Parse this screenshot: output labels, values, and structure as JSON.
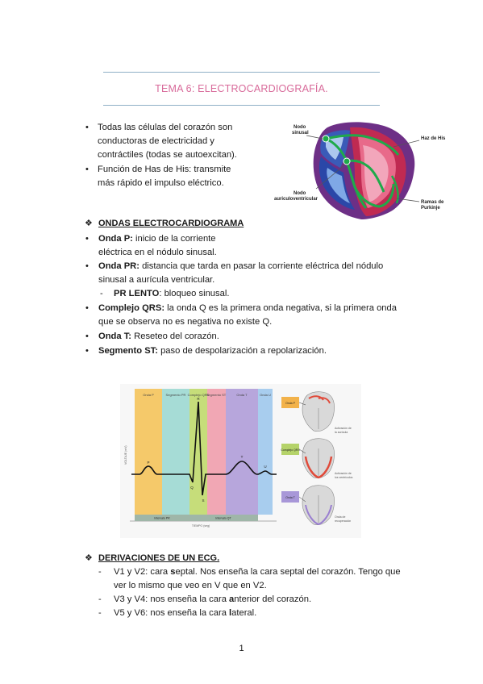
{
  "title": "TEMA 6: ELECTROCARDIOGRAFÍA.",
  "intro": {
    "b1_l1": "Todas las células del corazón son",
    "b1_l2": "conductoras de electricidad y",
    "b1_l3": "contráctiles (todas se autoexcitan).",
    "b2_l1": "Función de Has de His: transmite",
    "b2_l2": "más rápido el impulso eléctrico."
  },
  "heart_figure": {
    "label_nodo_sinusal_1": "Nodo",
    "label_nodo_sinusal_2": "sinusal",
    "label_haz_his": "Haz de His",
    "label_nodo_av_1": "Nodo",
    "label_nodo_av_2": "auriculoventricular",
    "label_ramas_1": "Ramas de",
    "label_ramas_2": "Purkinje"
  },
  "section1": {
    "heading": "ONDAS ELECTROCARDIOGRAMA",
    "onda_p_bold": "Onda P:",
    "onda_p_l1": " inicio de la corriente",
    "onda_p_l2": "eléctrica en el nódulo sinusal.",
    "onda_pr_bold": "Onda PR:",
    "onda_pr_l1": " distancia que tarda en pasar la corriente eléctrica del nódulo",
    "onda_pr_l2": "sinusal a aurícula ventricular.",
    "pr_lento_bold": "PR LENTO",
    "pr_lento_rest": ": bloqueo sinusal.",
    "qrs_bold": "Complejo QRS:",
    "qrs_l1": " la onda Q es la primera onda negativa, si la primera onda",
    "qrs_l2": "que se observa no es negativa no existe Q.",
    "onda_t_bold": "Onda T:",
    "onda_t_rest": " Reseteo del corazón.",
    "st_bold": "Segmento ST:",
    "st_rest": " paso de despolarización a repolarización."
  },
  "ecg_figure": {
    "band_p": "Onda P",
    "band_pr": "Segmento PR",
    "band_qrs": "Complejo QRS",
    "band_st": "Segmento ST",
    "band_t": "Onda T",
    "band_u": "Onda U",
    "wave_p": "P",
    "wave_r": "R",
    "wave_q": "Q",
    "wave_s": "S",
    "wave_t": "T",
    "wave_u": "U",
    "interval_pr": "Intervalo PR",
    "interval_qt": "Intervalo QT",
    "y_axis": "VOLTAJE (mV)",
    "x_axis": "TIEMPO (seg)",
    "tag_p": "Onda P",
    "tag_qrs": "Complejo QRS",
    "tag_t": "Onda T",
    "caption_p_1": "Activación de",
    "caption_p_2": "la aurícula",
    "caption_qrs_1": "Activación de",
    "caption_qrs_2": "los ventrículos",
    "caption_t_1": "Onda de",
    "caption_t_2": "recuperación"
  },
  "section2": {
    "heading": "DERIVACIONES DE UN ECG.",
    "d1_a": "V1 y V2: cara ",
    "d1_b": "s",
    "d1_c": "eptal. Nos enseña la cara septal del corazón. Tengo que",
    "d1_l2": "ver lo mismo que veo en V que en V2.",
    "d2_a": "V3 y V4: nos enseña la cara ",
    "d2_b": "a",
    "d2_c": "nterior del corazón.",
    "d3_a": "V5 y V6: nos enseña la cara ",
    "d3_b": "l",
    "d3_c": "ateral."
  },
  "page_number": "1"
}
